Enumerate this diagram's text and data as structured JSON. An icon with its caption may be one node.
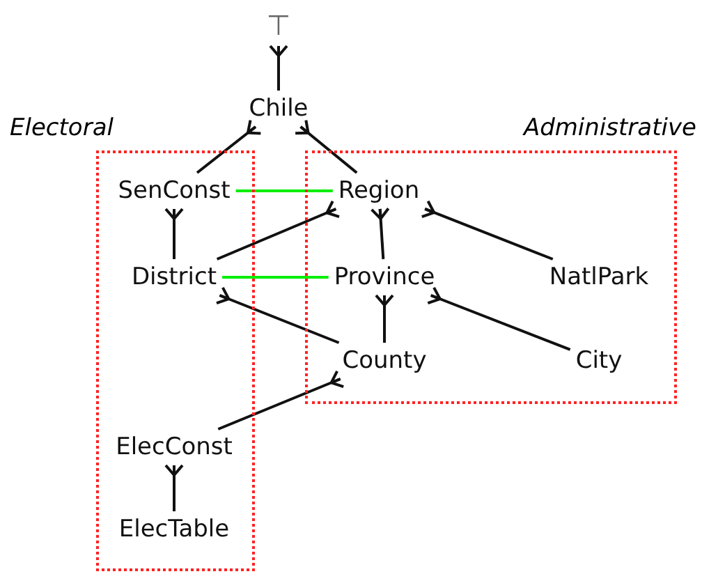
{
  "diagram": {
    "nodes": [
      {
        "text": [
          "⊤"
        ]
      },
      {
        "text": [
          "Chile"
        ]
      },
      {
        "text": [
          "Electoral"
        ]
      },
      {
        "text": [
          "SenConst"
        ],
        "in": 2
      },
      {
        "text": [
          "District"
        ],
        "in": 2
      },
      {
        "text": [
          "ElecConst"
        ],
        "in": 2
      },
      {
        "text": [
          "ElecTable"
        ],
        "in": 2
      },
      {
        "text": [
          "Administrative"
        ]
      },
      {
        "text": [
          "Region"
        ],
        "in": 7
      },
      {
        "text": [
          "Province"
        ],
        "in": 7
      },
      {
        "text": [
          "NatlPark"
        ],
        "in": 7
      },
      {
        "text": [
          "County"
        ],
        "in": 7
      },
      {
        "text": [
          "City"
        ],
        "in": 7
      }
    ],
    "edges": [
      {
        "from": 0,
        "to": 1,
        "arrow": "other"
      },
      {
        "from": 1,
        "to": 3,
        "arrow": "other"
      },
      {
        "from": 1,
        "to": 8,
        "arrow": "other"
      },
      {
        "from": 3,
        "to": 8,
        "arrow": "none",
        "color": "#00ee00"
      },
      {
        "from": 3,
        "to": 4,
        "arrow": "other"
      },
      {
        "from": 8,
        "to": 4,
        "arrow": "other"
      },
      {
        "from": 8,
        "to": 9,
        "arrow": "other"
      },
      {
        "from": 8,
        "to": 10,
        "arrow": "other"
      },
      {
        "from": 4,
        "to": 9,
        "arrow": "none",
        "color": "#00ee00"
      },
      {
        "from": 4,
        "to": 11,
        "arrow": "other"
      },
      {
        "from": 9,
        "to": 11,
        "arrow": "other"
      },
      {
        "from": 9,
        "to": 12,
        "arrow": "other"
      },
      {
        "from": 11,
        "to": 5,
        "arrow": "other"
      },
      {
        "from": 5,
        "to": 6,
        "arrow": "other"
      }
    ]
  }
}
